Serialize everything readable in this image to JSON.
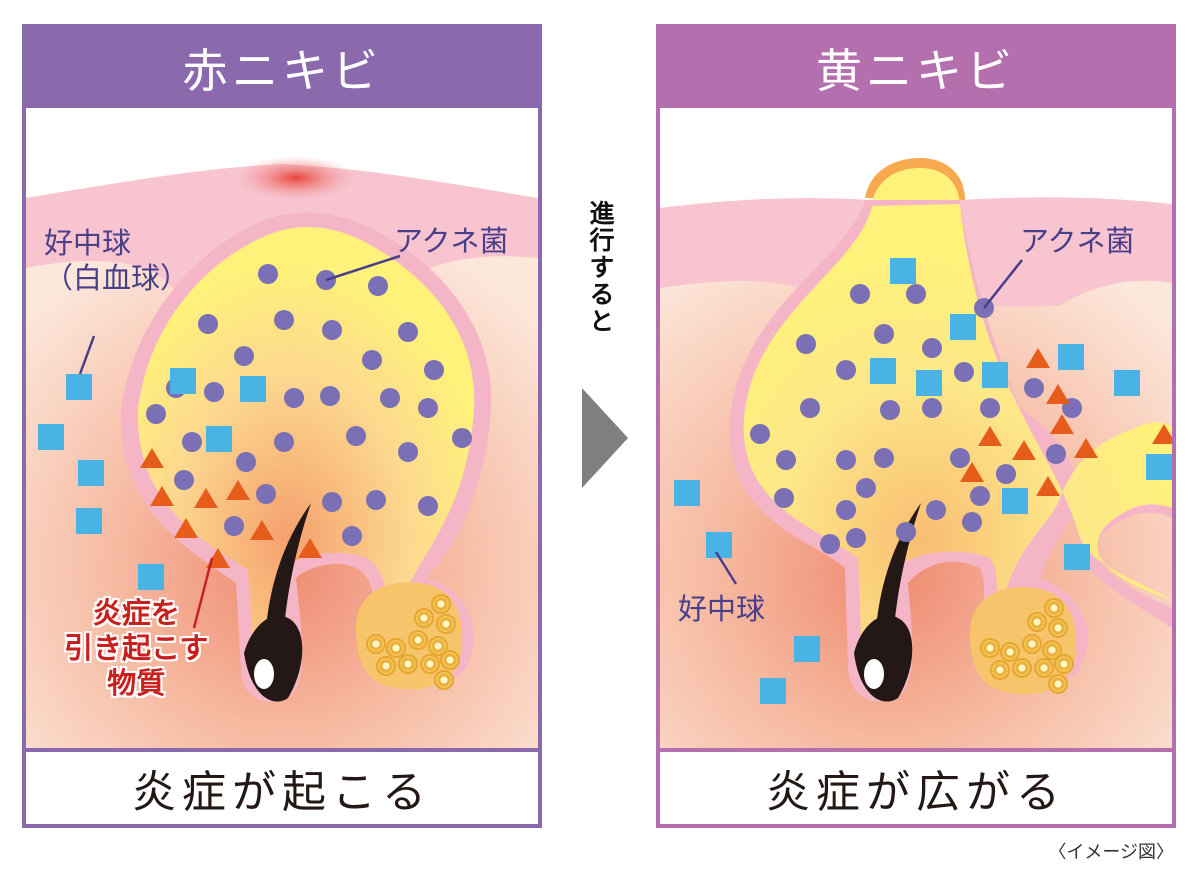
{
  "panels": [
    {
      "title": "赤ニキビ",
      "footer": "炎症が起こる",
      "labels": {
        "neutrophil": "好中球\n（白血球）",
        "bacteria": "アクネ菌",
        "inflammatory": "炎症を\n引き起こす\n物質"
      }
    },
    {
      "title": "黄ニキビ",
      "footer": "炎症が広がる",
      "labels": {
        "bacteria": "アクネ菌",
        "neutrophil": "好中球"
      }
    }
  ],
  "progress_text": "進行すると",
  "caption": "〈イメージ図〉",
  "colors": {
    "left_header": "#8a6aad",
    "right_header": "#b46fae",
    "bacteria": "#7b6fb5",
    "neutrophil": "#4ab3e6",
    "inflammatory": "#e65c1b",
    "sebum": "#fff27a",
    "skin": "#f7c4cf",
    "inflammatory_label": "#c8201e",
    "label_text": "#4a3f8a"
  }
}
